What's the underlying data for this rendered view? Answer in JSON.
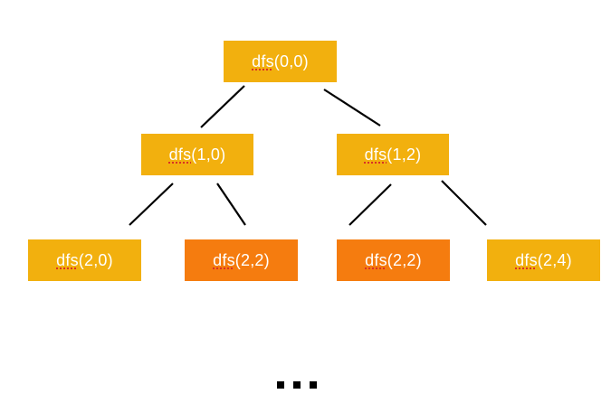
{
  "diagram": {
    "colors": {
      "node_default": "#F2B00E",
      "node_highlight": "#F57C0F",
      "edge": "#000000",
      "text": "#FFFFFF",
      "spell_underline": "#D93025"
    },
    "nodes": [
      {
        "id": "root",
        "fn": "dfs",
        "args": "(0,0)",
        "highlight": false
      },
      {
        "id": "l1-left",
        "fn": "dfs",
        "args": "(1,0)",
        "highlight": false
      },
      {
        "id": "l1-right",
        "fn": "dfs",
        "args": "(1,2)",
        "highlight": false
      },
      {
        "id": "l2-a",
        "fn": "dfs",
        "args": "(2,0)",
        "highlight": false
      },
      {
        "id": "l2-b",
        "fn": "dfs",
        "args": "(2,2)",
        "highlight": true
      },
      {
        "id": "l2-c",
        "fn": "dfs",
        "args": "(2,2)",
        "highlight": true
      },
      {
        "id": "l2-d",
        "fn": "dfs",
        "args": "(2,4)",
        "highlight": false
      }
    ],
    "edges": [
      {
        "from": "root",
        "to": "l1-left"
      },
      {
        "from": "root",
        "to": "l1-right"
      },
      {
        "from": "l1-left",
        "to": "l2-a"
      },
      {
        "from": "l1-left",
        "to": "l2-b"
      },
      {
        "from": "l1-right",
        "to": "l2-c"
      },
      {
        "from": "l1-right",
        "to": "l2-d"
      }
    ],
    "continuation": "..."
  }
}
